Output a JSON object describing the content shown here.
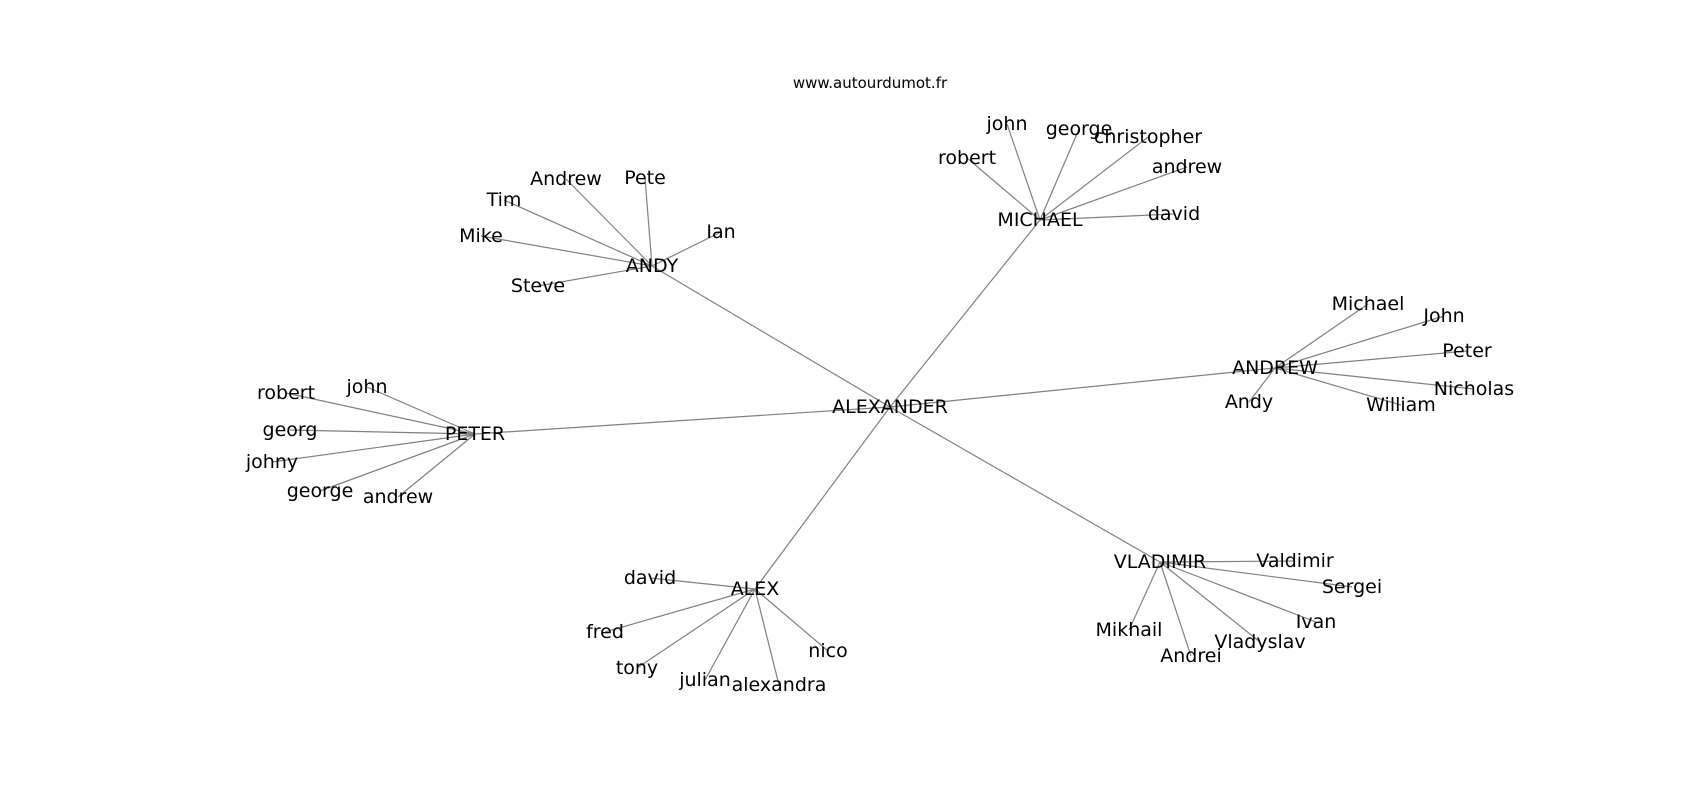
{
  "watermark": "www.autourdumot.fr",
  "root": "ALEXANDER",
  "groups": [
    {
      "hub": "ANDY",
      "leaves": [
        "Andrew",
        "Pete",
        "Tim",
        "Mike",
        "Ian",
        "Steve"
      ]
    },
    {
      "hub": "MICHAEL",
      "leaves": [
        "john",
        "george",
        "christopher",
        "robert",
        "andrew",
        "david"
      ]
    },
    {
      "hub": "ANDREW",
      "leaves": [
        "Michael",
        "John",
        "Peter",
        "Nicholas",
        "William",
        "Andy"
      ]
    },
    {
      "hub": "PETER",
      "leaves": [
        "robert",
        "john",
        "georg",
        "johny",
        "george",
        "andrew"
      ]
    },
    {
      "hub": "ALEX",
      "leaves": [
        "david",
        "fred",
        "tony",
        "julian",
        "alexandra",
        "nico"
      ]
    },
    {
      "hub": "VLADIMIR",
      "leaves": [
        "Valdimir",
        "Sergei",
        "Ivan",
        "Vladyslav",
        "Andrei",
        "Mikhail"
      ]
    }
  ]
}
